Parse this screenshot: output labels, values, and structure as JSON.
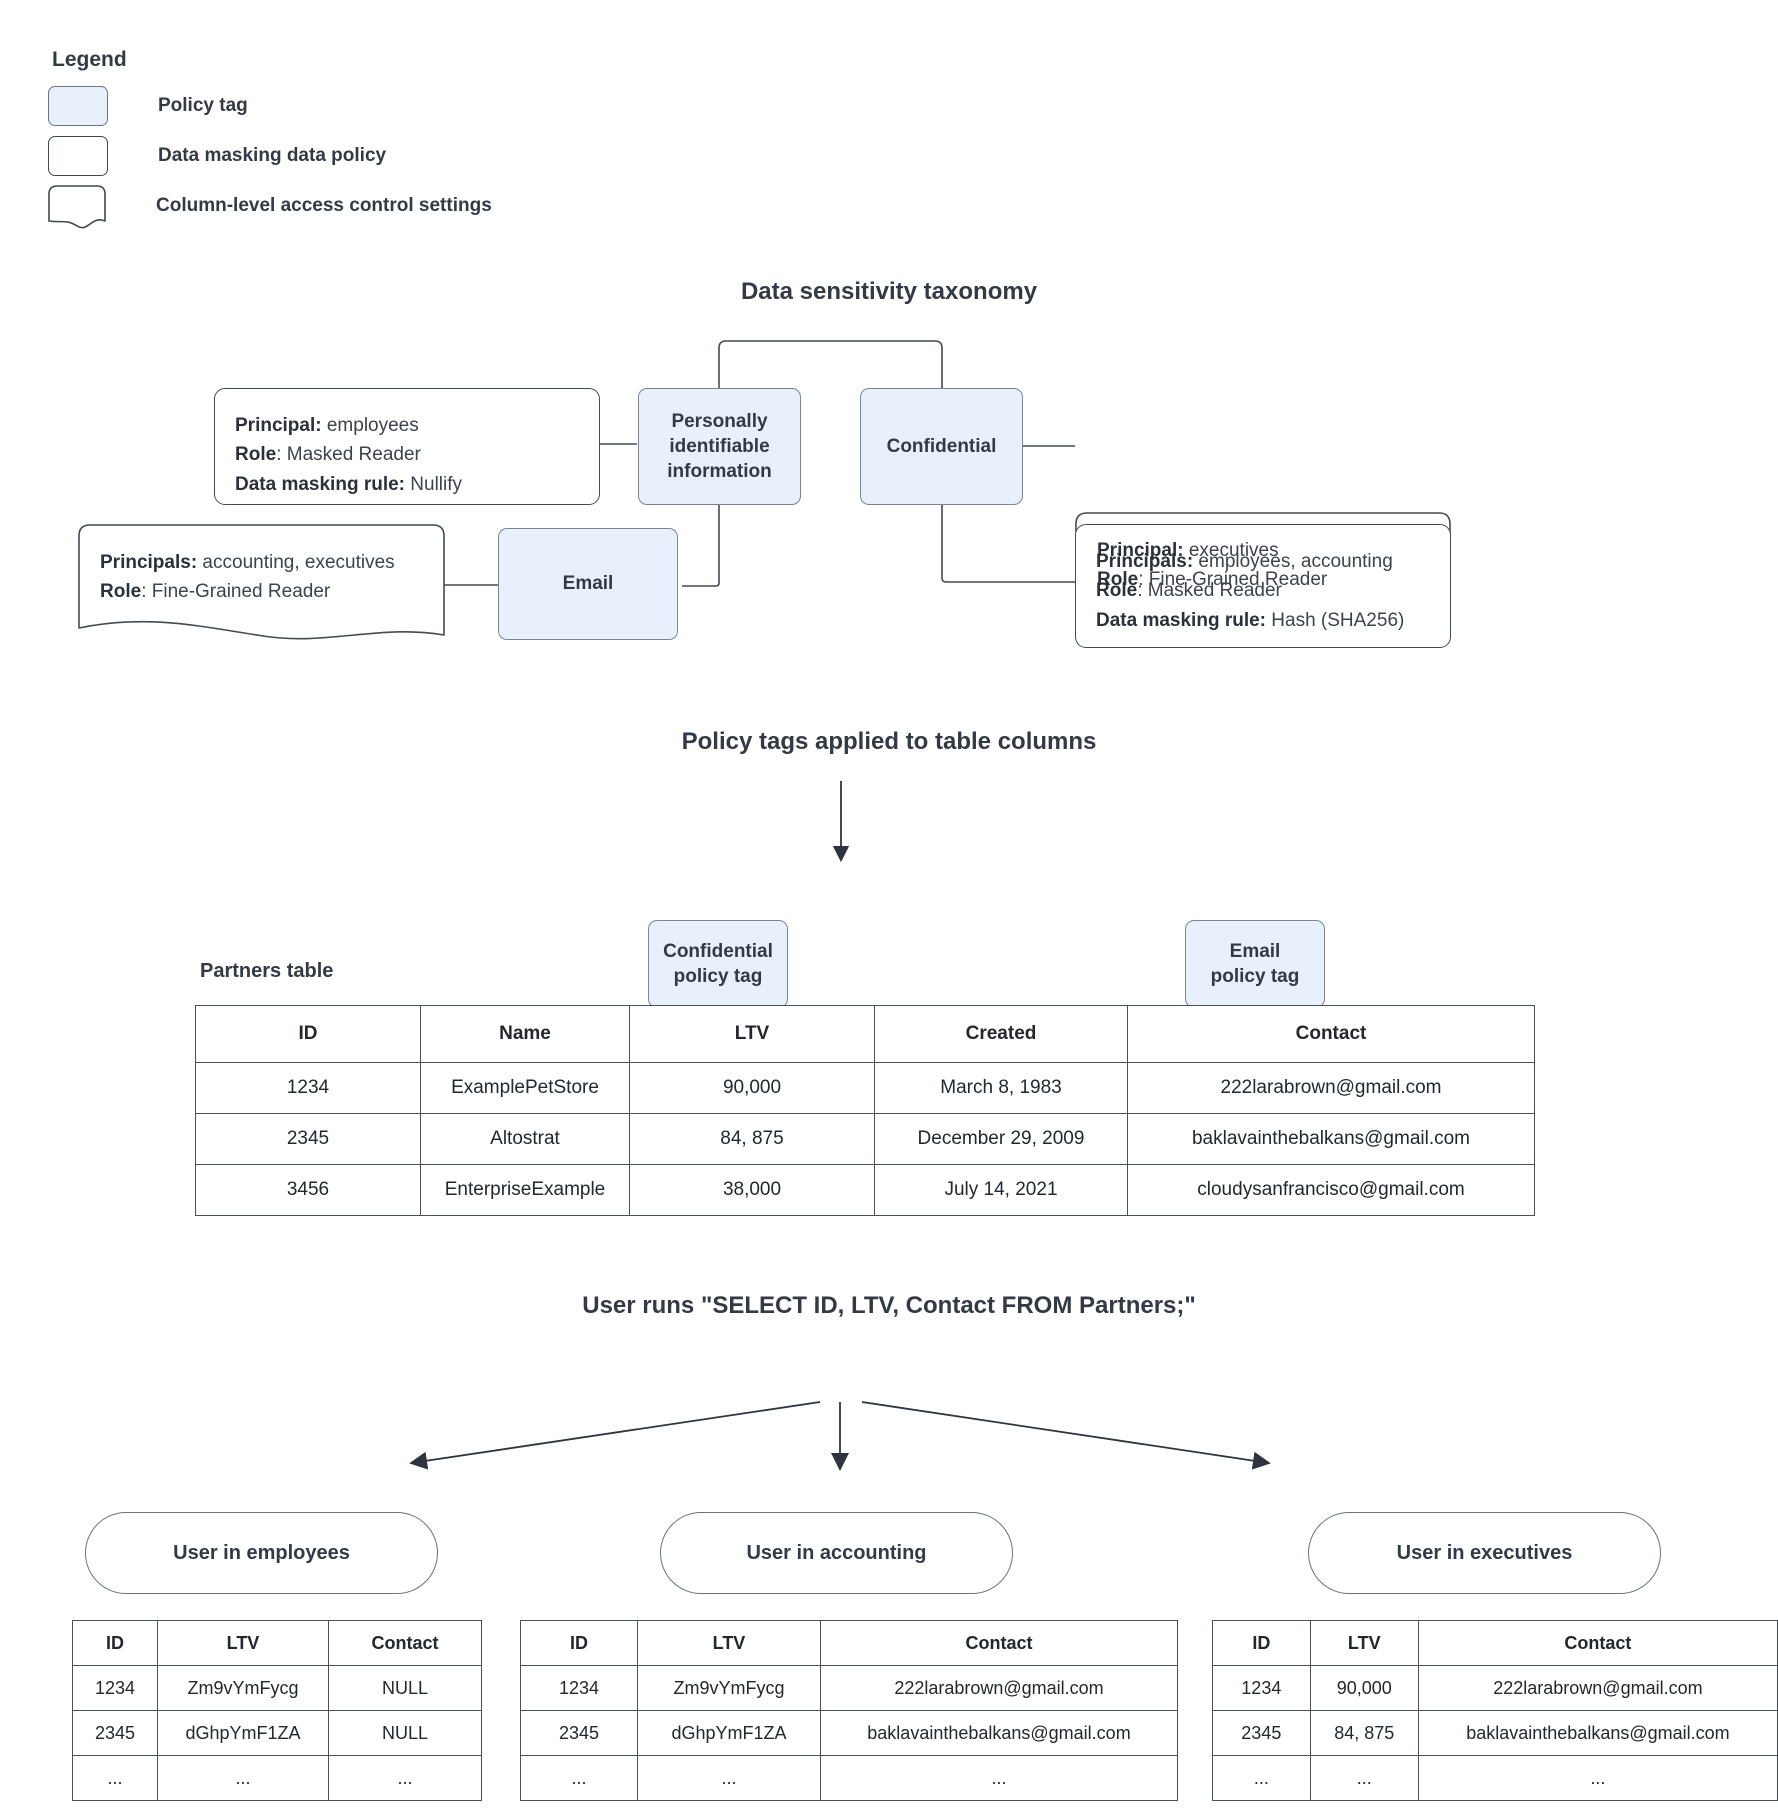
{
  "legend": {
    "title": "Legend",
    "items": [
      {
        "id": "policy-tag",
        "label": "Policy tag",
        "swatch": "policy-tag-swatch"
      },
      {
        "id": "data-masking",
        "label": "Data masking data policy",
        "swatch": "data-masking-swatch"
      },
      {
        "id": "column-acl",
        "label": "Column-level access control settings",
        "swatch": "column-acl-swatch"
      }
    ]
  },
  "taxonomy": {
    "heading": "Data sensitivity taxonomy",
    "tags": {
      "pii": "Personally\nidentifiable\ninformation",
      "pii_line1": "Personally",
      "pii_line2": "identifiable",
      "pii_line3": "information",
      "confidential": "Confidential",
      "email": "Email"
    },
    "policies": {
      "pii_mask": {
        "l1_label": "Principal:",
        "l1_value": " employees",
        "l2_label": "Role",
        "l2_value": ": Masked Reader",
        "l3_label": "Data masking rule:",
        "l3_value": " Nullify"
      },
      "email_acl": {
        "l1_label": "Principals:",
        "l1_value": " accounting, executives",
        "l2_label": "Role",
        "l2_value": ": Fine-Grained Reader"
      },
      "confidential_acl": {
        "l1_label": "Principal:",
        "l1_value": " executives",
        "l2_label": "Role",
        "l2_value": ": Fine-Grained Reader"
      },
      "confidential_mask": {
        "l1_label": "Principals:",
        "l1_value": " employees, accounting",
        "l2_label": "Role",
        "l2_value": ": Masked Reader",
        "l3_label": "Data masking rule:",
        "l3_value": " Hash (SHA256)"
      }
    }
  },
  "applied": {
    "heading": "Policy tags applied to table columns",
    "table_caption": "Partners table",
    "tag_confidential_l1": "Confidential",
    "tag_confidential_l2": "policy tag",
    "tag_email_l1": "Email",
    "tag_email_l2": "policy tag",
    "partners_table": {
      "columns": [
        "ID",
        "Name",
        "LTV",
        "Created",
        "Contact"
      ],
      "rows": [
        [
          "1234",
          "ExamplePetStore",
          "90,000",
          "March 8, 1983",
          "222larabrown@gmail.com"
        ],
        [
          "2345",
          "Altostrat",
          "84, 875",
          "December 29, 2009",
          "baklavainthebalkans@gmail.com"
        ],
        [
          "3456",
          "EnterpriseExample",
          "38,000",
          "July 14, 2021",
          "cloudysanfrancisco@gmail.com"
        ]
      ]
    }
  },
  "query": {
    "heading": "User runs \"SELECT ID, LTV, Contact FROM Partners;\"",
    "results": [
      {
        "id": "employees",
        "pill": "User in employees",
        "columns": [
          "ID",
          "LTV",
          "Contact"
        ],
        "rows": [
          [
            "1234",
            "Zm9vYmFycg",
            "NULL"
          ],
          [
            "2345",
            "dGhpYmF1ZA",
            "NULL"
          ],
          [
            "...",
            "...",
            "..."
          ]
        ]
      },
      {
        "id": "accounting",
        "pill": "User in accounting",
        "columns": [
          "ID",
          "LTV",
          "Contact"
        ],
        "rows": [
          [
            "1234",
            "Zm9vYmFycg",
            "222larabrown@gmail.com"
          ],
          [
            "2345",
            "dGhpYmF1ZA",
            "baklavainthebalkans@gmail.com"
          ],
          [
            "...",
            "...",
            "..."
          ]
        ]
      },
      {
        "id": "executives",
        "pill": "User in executives",
        "columns": [
          "ID",
          "LTV",
          "Contact"
        ],
        "rows": [
          [
            "1234",
            "90,000",
            "222larabrown@gmail.com"
          ],
          [
            "2345",
            "84, 875",
            "baklavainthebalkans@gmail.com"
          ],
          [
            "...",
            "...",
            "..."
          ]
        ]
      }
    ]
  },
  "colors": {
    "tag_fill": "#e8f1fb",
    "tag_stroke": "#7a8593",
    "box_stroke": "#434a54",
    "text": "#333a45"
  }
}
